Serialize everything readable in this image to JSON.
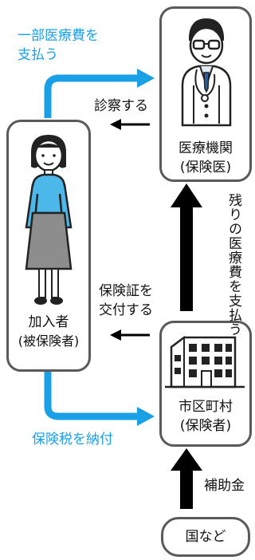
{
  "diagram": {
    "nodes": {
      "medical": {
        "line1": "医療機関",
        "line2": "(保険医)"
      },
      "insured": {
        "line1": "加入者",
        "line2": "(被保険者)"
      },
      "city": {
        "line1": "市区町村",
        "line2": "(保険者)"
      },
      "nation": {
        "label": "国など"
      }
    },
    "edges": {
      "pay_partial": {
        "line1": "一部医療費を",
        "line2": "支払う"
      },
      "examine": {
        "label": "診察する"
      },
      "pay_rest": {
        "label": "残りの医療費を支払う"
      },
      "issue_card": {
        "line1": "保険証を",
        "line2": "交付する"
      },
      "pay_tax": {
        "label": "保険税を納付"
      },
      "subsidy": {
        "label": "補助金"
      }
    },
    "colors": {
      "flow_blue": "#1aa0e6",
      "arrow_black": "#000000",
      "border_gray": "#5a5a5a"
    }
  }
}
